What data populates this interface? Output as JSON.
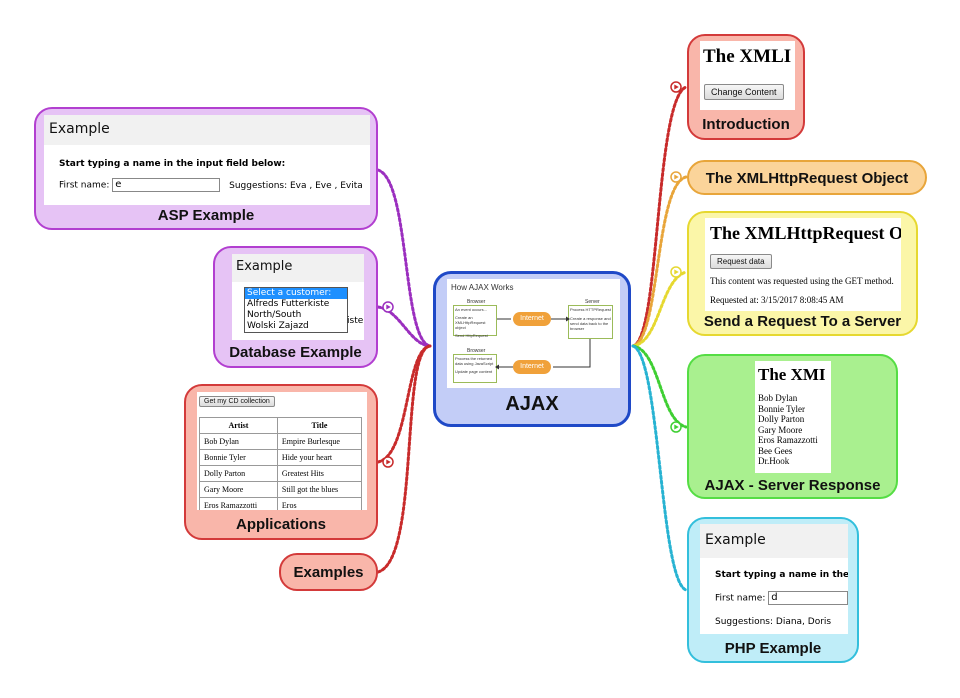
{
  "central": {
    "label": "AJAX",
    "diagram": {
      "title": "How AJAX Works",
      "browser_top": "Browser",
      "browser_top_lines": [
        "An event occurs...",
        "Create an XMLHttpRequest object",
        "Send HttpRequest"
      ],
      "server": "Server",
      "server_lines": [
        "Process HTTPRequest",
        "Create a response and send data back to the browser"
      ],
      "browser_bottom": "Browser",
      "browser_bottom_lines": [
        "Process the returned data using JavaScript",
        "Update page content"
      ],
      "internet_label": "Internet"
    }
  },
  "nodes": {
    "asp": {
      "label": "ASP Example",
      "example_header": "Example",
      "instruction": "Start typing a name in the input field below:",
      "first_name_label": "First name:",
      "input_value": "e",
      "suggestions": "Suggestions: Eva , Eve , Evita"
    },
    "database": {
      "label": "Database Example",
      "example_header": "Example",
      "options": [
        "Select a customer:",
        "Alfreds Futterkiste",
        "North/South",
        "Wolski Zajazd"
      ],
      "trailing_text": "iste"
    },
    "applications": {
      "label": "Applications",
      "button": "Get my CD collection",
      "headers": [
        "Artist",
        "Title"
      ],
      "rows": [
        [
          "Bob Dylan",
          "Empire Burlesque"
        ],
        [
          "Bonnie Tyler",
          "Hide your heart"
        ],
        [
          "Dolly Parton",
          "Greatest Hits"
        ],
        [
          "Gary Moore",
          "Still got the blues"
        ],
        [
          "Eros Ramazzotti",
          "Eros"
        ]
      ]
    },
    "examples": {
      "label": "Examples"
    },
    "introduction": {
      "label": "Introduction",
      "heading": "The XMLI",
      "button": "Change Content"
    },
    "xhr_object": {
      "label": "The XMLHttpRequest Object"
    },
    "send_request": {
      "label": "Send a Request To a Server",
      "heading": "The XMLHttpRequest O",
      "button": "Request data",
      "line1": "This content was requested using the GET method.",
      "line2": "Requested at: 3/15/2017 8:08:45 AM"
    },
    "server_response": {
      "label": "AJAX - Server Response",
      "heading": "The XMI",
      "artists": [
        "Bob Dylan",
        "Bonnie Tyler",
        "Dolly Parton",
        "Gary Moore",
        "Eros Ramazzotti",
        "Bee Gees",
        "Dr.Hook"
      ]
    },
    "php": {
      "label": "PHP Example",
      "example_header": "Example",
      "instruction": "Start typing a name in the",
      "first_name_label": "First name:",
      "input_value": "d",
      "suggestions": "Suggestions: Diana, Doris"
    }
  },
  "colors": {
    "central_border": "#1f49c7",
    "central_fill": "#c3cdf7",
    "purple_border": "#b23fd0",
    "purple_fill": "#e6c3f5",
    "red_border": "#d33a3a",
    "red_fill": "#f9b6aa",
    "orange_border": "#e8a53a",
    "orange_fill": "#fbd49a",
    "yellow_border": "#e6d830",
    "yellow_fill": "#fbf6a8",
    "green_border": "#55dd44",
    "green_fill": "#a9f08f",
    "cyan_border": "#33bfdc",
    "cyan_fill": "#bfedf8"
  }
}
